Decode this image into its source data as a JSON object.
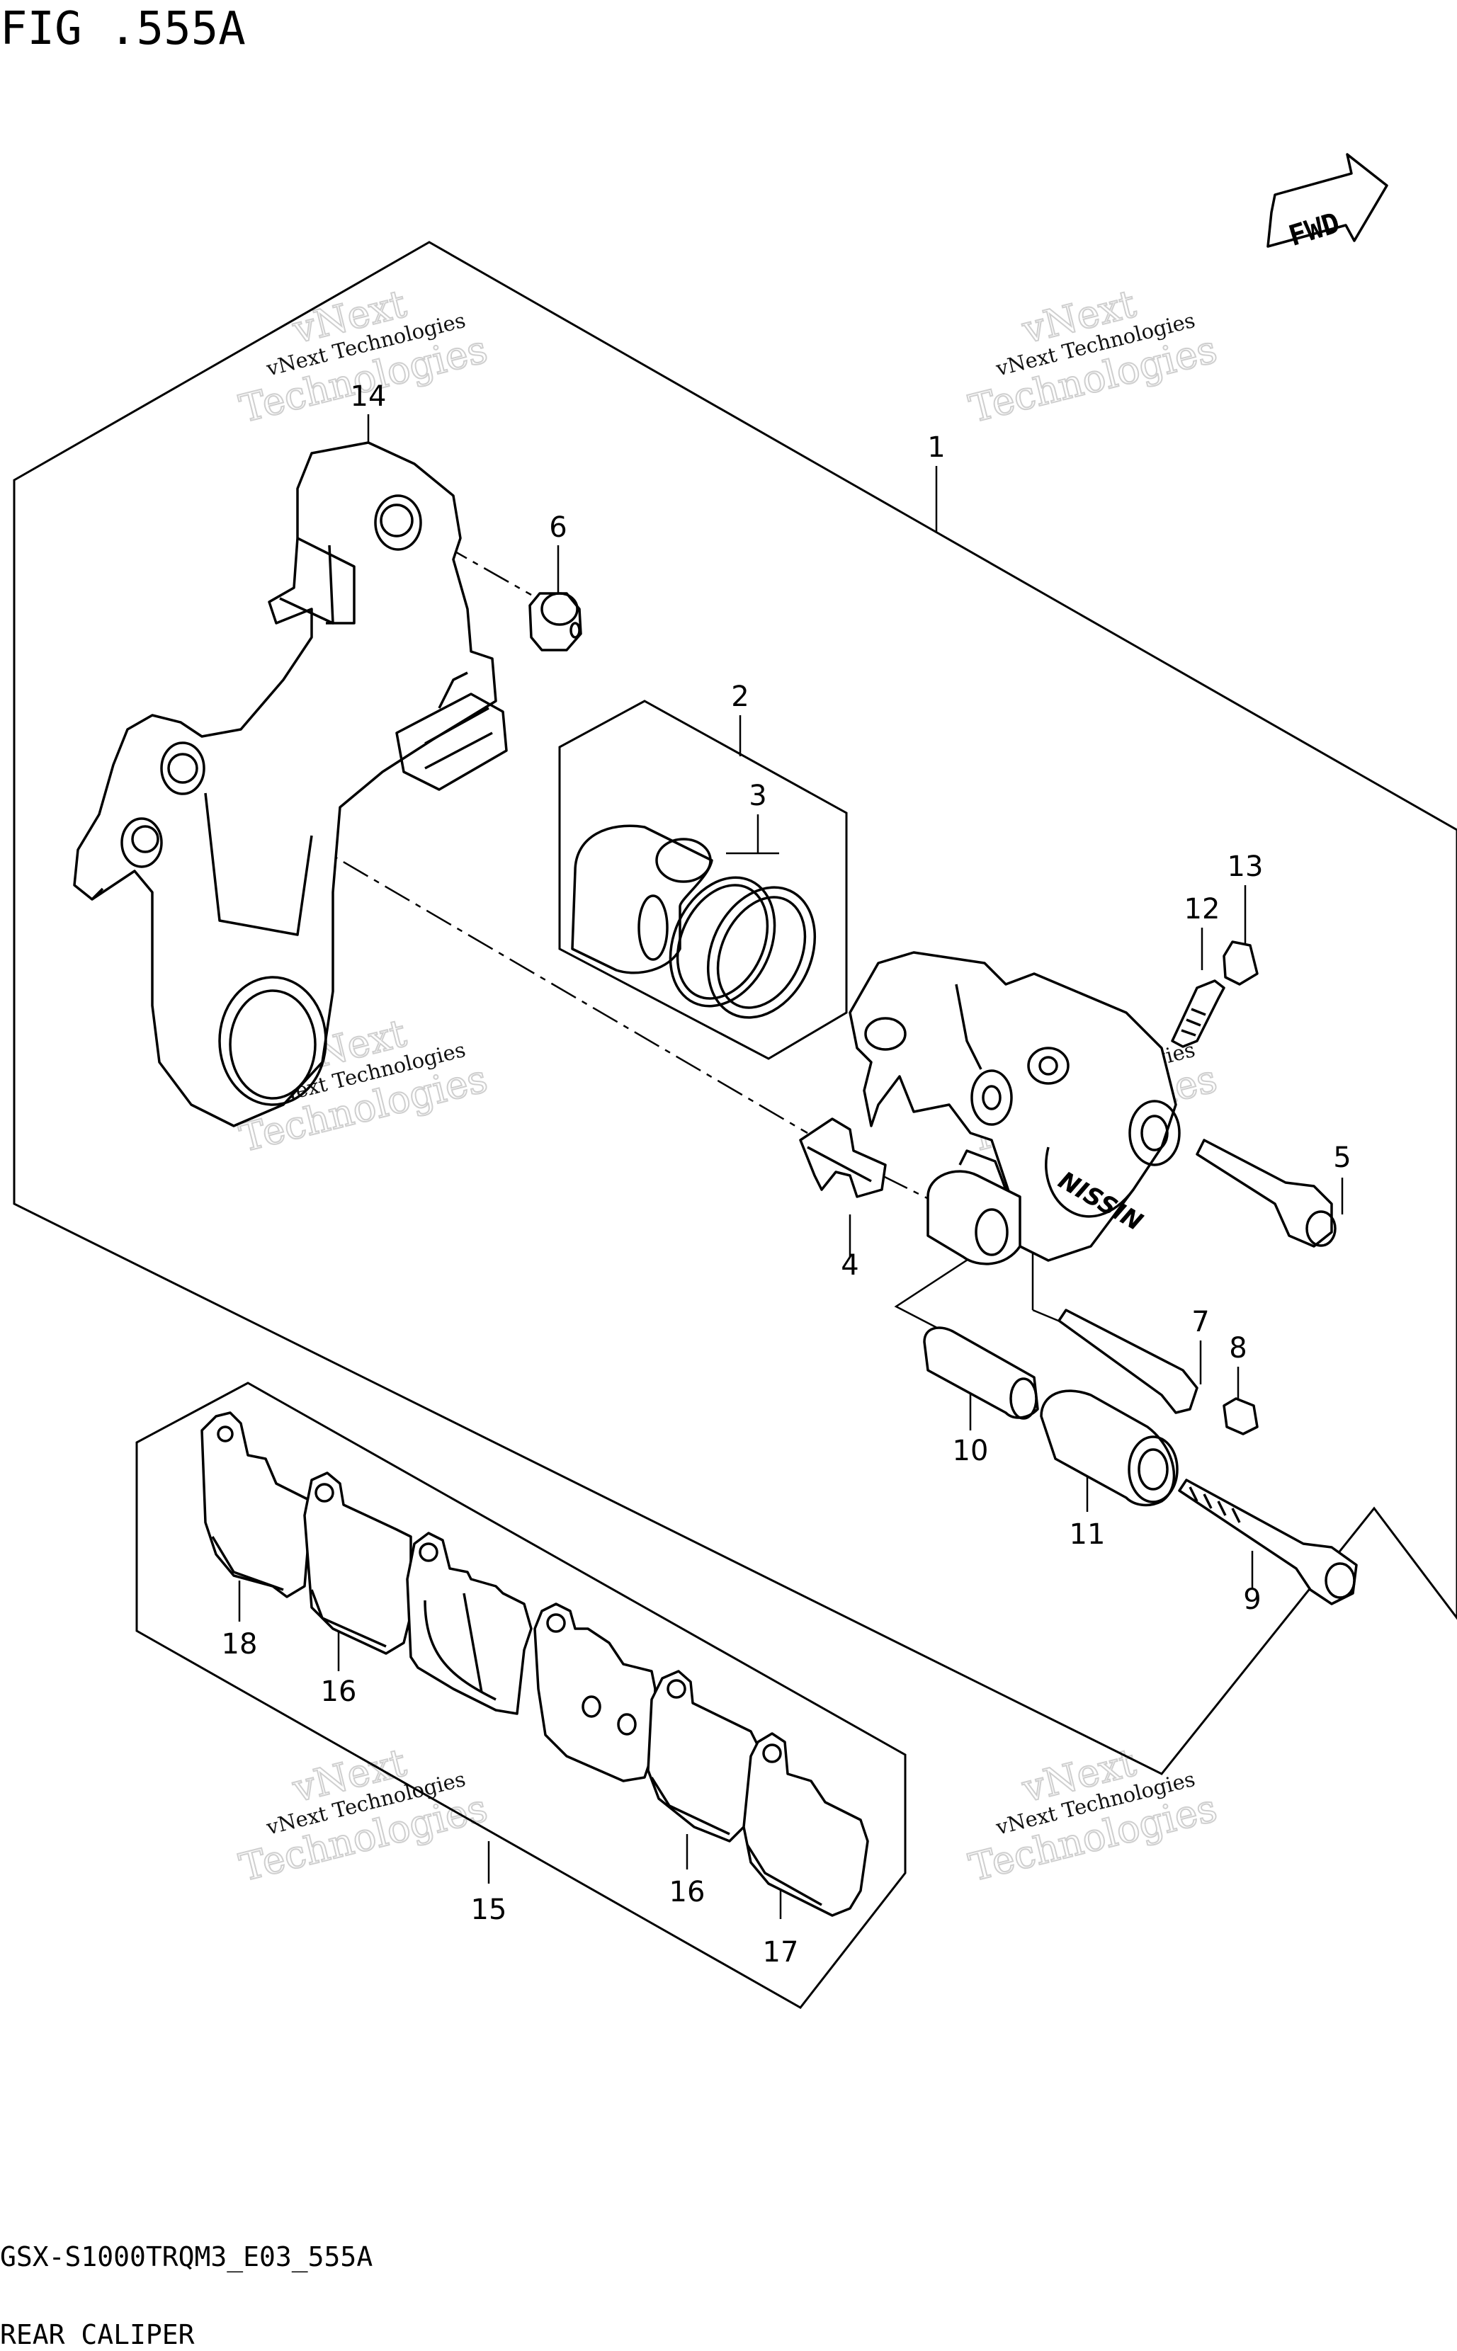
{
  "figure": {
    "title": "FIG .555A",
    "model_code": "GSX-S1000TRQM3_E03_555A",
    "section_name": "REAR CALIPER"
  },
  "fwd_arrow": {
    "label": "FWD"
  },
  "caliper_brand": "NISSIN",
  "watermarks": [
    {
      "small": "vNext Technologies",
      "big": "Technologies"
    },
    {
      "small": "vNext Technologies",
      "big": "Technologies"
    },
    {
      "small": "vNext Technologies",
      "big": "Technologies"
    },
    {
      "small": "vNext Technologies",
      "big": "Technologies"
    },
    {
      "small": "vNext Technologies",
      "big": "Technologies"
    },
    {
      "small": "vNext Technologies",
      "big": "Technologies"
    }
  ],
  "callouts": [
    "1",
    "2",
    "3",
    "4",
    "5",
    "6",
    "7",
    "8",
    "9",
    "10",
    "11",
    "12",
    "13",
    "14",
    "15",
    "16",
    "16",
    "17",
    "18"
  ]
}
